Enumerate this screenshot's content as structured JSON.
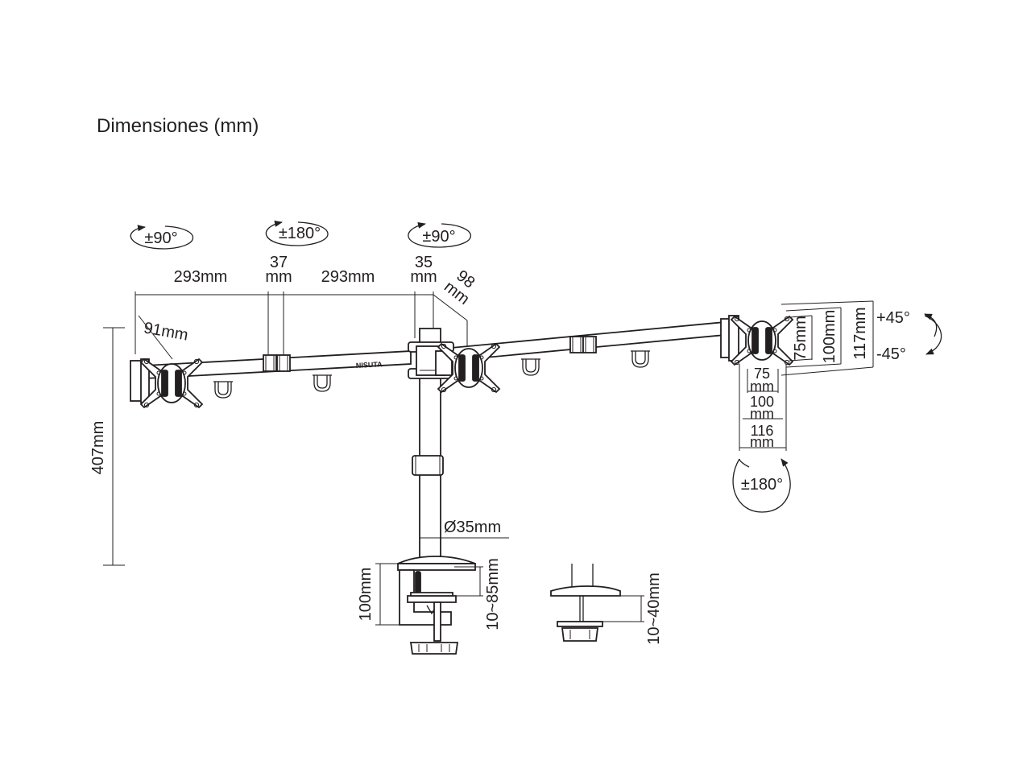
{
  "title": "Dimensiones (mm)",
  "brand": "NISUTA",
  "rotation": {
    "left_tilt": "±90°",
    "center_swivel": "±180°",
    "center_tilt": "±90°",
    "right_rotate": "±180°",
    "tilt_up": "+45°",
    "tilt_down": "-45°"
  },
  "dimensions": {
    "arm_left": "293mm",
    "arm_right": "293mm",
    "gap_left_num": "37",
    "gap_left_unit": "mm",
    "gap_center_num": "35",
    "gap_center_unit": "mm",
    "depth_num": "98",
    "depth_unit": "mm",
    "plate_offset": "91mm",
    "height": "407mm",
    "pole_diameter": "Ø35mm",
    "clamp_height": "100mm",
    "clamp_range": "10~85mm",
    "grommet_range": "10~40mm",
    "vesa_v75": "75mm",
    "vesa_v100": "100mm",
    "vesa_v117": "117mm",
    "vesa_h75_num": "75",
    "vesa_h75_unit": "mm",
    "vesa_h100_num": "100",
    "vesa_h100_unit": "mm",
    "vesa_h116_num": "116",
    "vesa_h116_unit": "mm"
  }
}
